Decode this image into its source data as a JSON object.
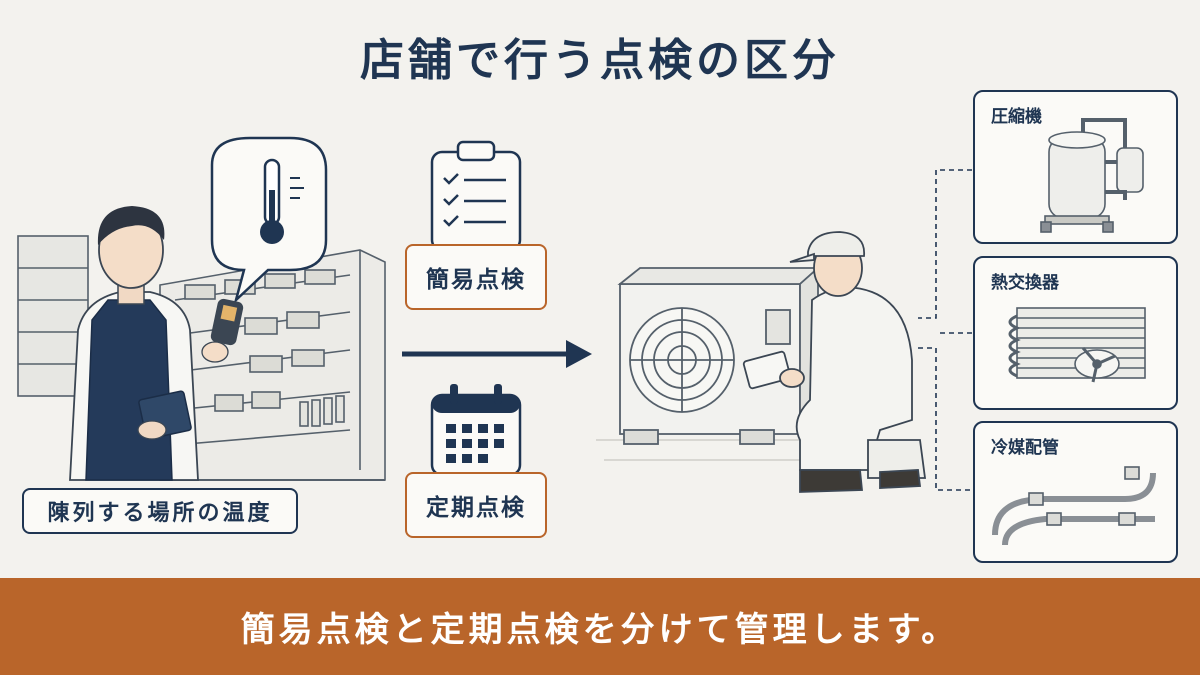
{
  "title": "店舗で行う点検の区分",
  "display_label": "陳列する場所の温度",
  "inspections": {
    "simple": "簡易点検",
    "periodic": "定期点検"
  },
  "components": {
    "compressor": "圧縮機",
    "heat_exchanger": "熱交換器",
    "refrigerant_pipe": "冷媒配管"
  },
  "footer_text": "簡易点検と定期点検を分けて管理します。",
  "colors": {
    "navy": "#1f3552",
    "orange": "#b9652a",
    "background": "#f3f2ee"
  }
}
